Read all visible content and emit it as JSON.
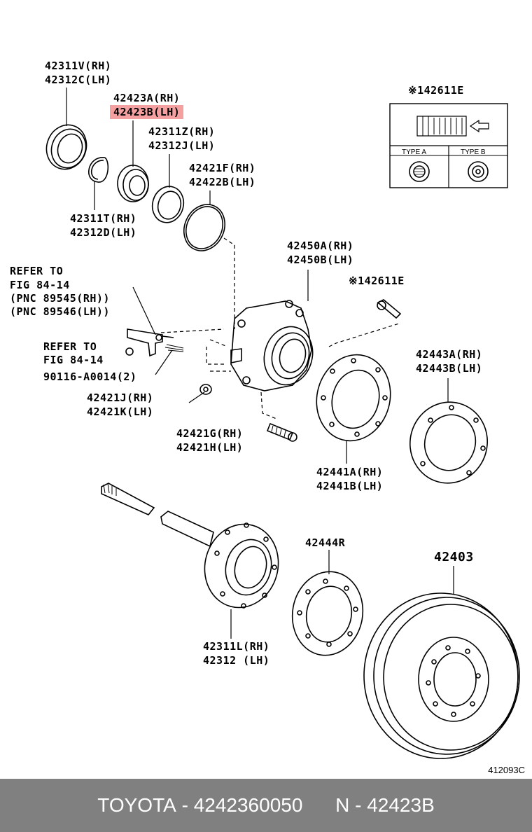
{
  "labels": {
    "p42311v": "42311V(RH)",
    "p42312c": "42312C(LH)",
    "p42423a": "42423A(RH)",
    "p42423b": "42423B(LH)",
    "p42311z": "42311Z(RH)",
    "p42312j": "42312J(LH)",
    "p42421f": "42421F(RH)",
    "p42422b": "42422B(LH)",
    "p42311t": "42311T(RH)",
    "p42312d": "42312D(LH)",
    "p42611e_box": "※142611E",
    "type_a": "TYPE A",
    "type_b": "TYPE B",
    "p42450a": "42450A(RH)",
    "p42450b": "42450B(LH)",
    "refer1_l1": "REFER TO",
    "refer1_l2": "FIG 84-14",
    "refer1_l3": "(PNC 89545(RH))",
    "refer1_l4": "(PNC 89546(LH))",
    "p42611e": "※142611E",
    "refer2_l1": "REFER TO",
    "refer2_l2": "FIG 84-14",
    "p90116": "90116-A0014(2)",
    "p42443a": "42443A(RH)",
    "p42443b": "42443B(LH)",
    "p42421j": "42421J(RH)",
    "p42421k": "42421K(LH)",
    "p42421g": "42421G(RH)",
    "p42421h": "42421H(LH)",
    "p42441a": "42441A(RH)",
    "p42441b": "42441B(LH)",
    "p42444r": "42444R",
    "p42403": "42403",
    "p42311l": "42311L(RH)",
    "p42312": "42312 (LH)",
    "fig_number": "412093C"
  },
  "footer": {
    "brand": "TOYOTA",
    "part_number": "4242360050",
    "ref": "N - 42423B",
    "separator": " - "
  },
  "highlight_color": "#f4a0a0"
}
